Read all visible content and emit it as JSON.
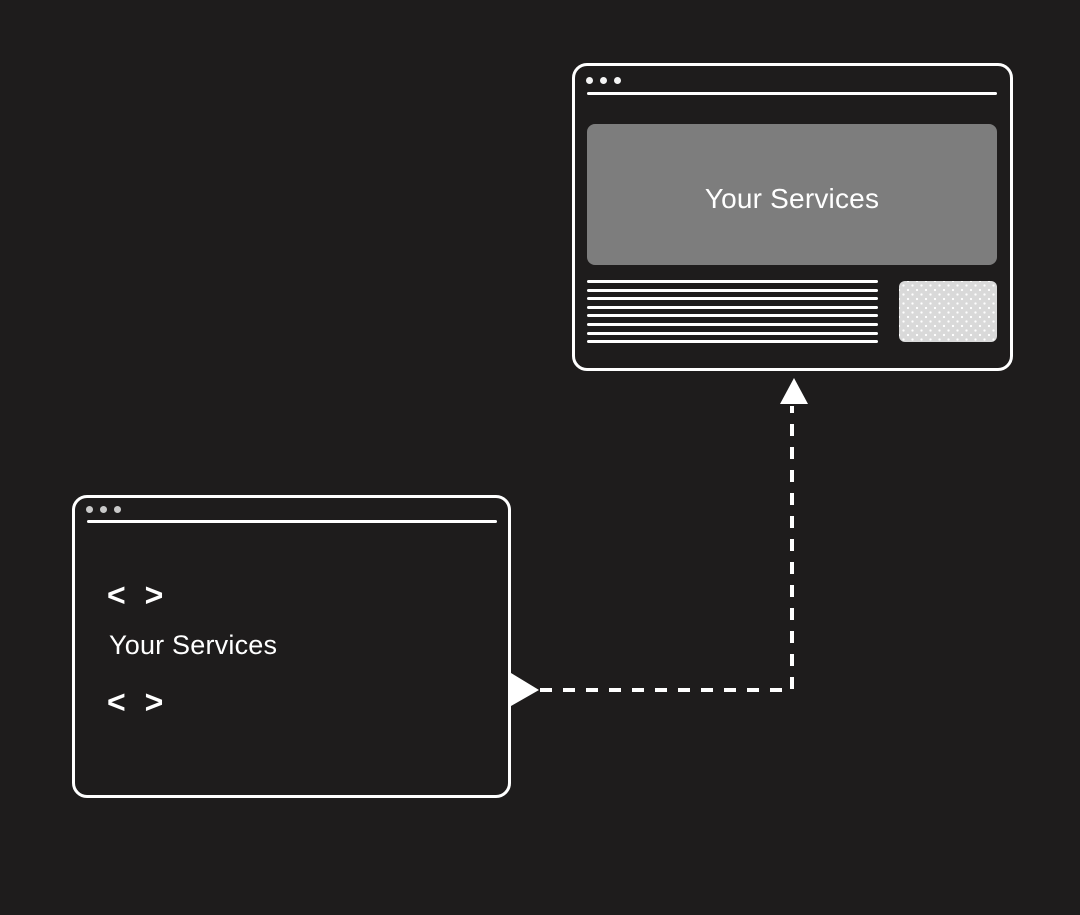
{
  "colors": {
    "background": "#1e1c1c",
    "stroke": "#ffffff",
    "hero_box": "#7d7d7d",
    "thumbnail_box": "#d9d9d9",
    "top_window_dots": "#f4f4f4",
    "code_window_dots": "#c9c9c9"
  },
  "browser_window": {
    "hero_label": "Your Services",
    "text_line_count": 8
  },
  "code_window": {
    "opening_tag": "< >",
    "label": "Your Services",
    "closing_tag": "< >"
  },
  "connector": {
    "style": "dashed"
  }
}
